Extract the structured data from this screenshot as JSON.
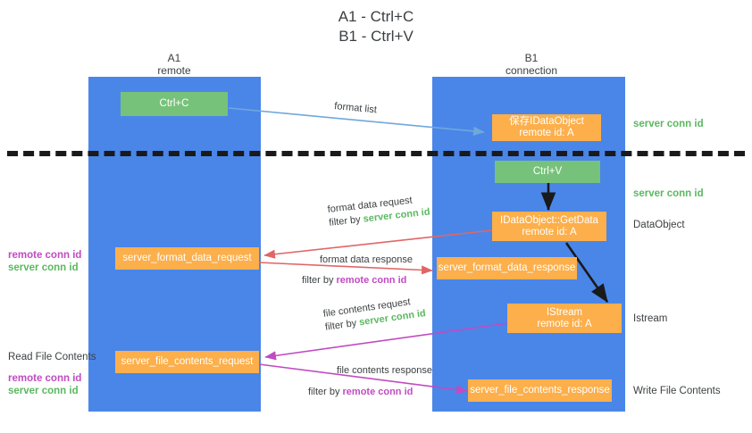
{
  "title": {
    "line1": "A1 - Ctrl+C",
    "line2": "B1 - Ctrl+V"
  },
  "lanes": [
    {
      "id": "a1",
      "name": "A1",
      "sub": "remote"
    },
    {
      "id": "b1",
      "name": "B1",
      "sub": "connection"
    }
  ],
  "colors": {
    "lane": "#4a86e8",
    "green_box": "#77c27a",
    "orange_box": "#fcaf4b",
    "server_conn": "#5bb860",
    "remote_conn": "#c14bc1",
    "arrow_blue": "#6fa8dc",
    "arrow_red": "#e06666",
    "arrow_magenta": "#c14bc1",
    "arrow_black": "#1a1a1a",
    "divider": "#1a1a1a"
  },
  "boxes": {
    "ctrl_c": "Ctrl+C",
    "ctrl_v": "Ctrl+V",
    "save_idataobject_l1": "保存IDataObject",
    "save_idataobject_l2": "remote id: A",
    "getdata_l1": "IDataObject::GetData",
    "getdata_l2": "remote id: A",
    "istream_l1": "IStream",
    "istream_l2": "remote id: A",
    "server_format_data_request": "server_format_data_request",
    "server_format_data_response": "server_format_data_response",
    "server_file_contents_request": "server_file_contents_request",
    "server_file_contents_response": "server_file_contents_response"
  },
  "right_labels": {
    "server_conn_id_1": "server conn id",
    "server_conn_id_2": "server conn id",
    "dataobject": "DataObject",
    "istream": "Istream",
    "write_file_contents": "Write File Contents"
  },
  "left_labels": {
    "remote_conn_id_1": "remote conn id",
    "server_conn_id_1": "server conn id",
    "read_file_contents": "Read File Contents",
    "remote_conn_id_2": "remote conn id",
    "server_conn_id_2": "server conn id"
  },
  "arrow_labels": {
    "format_list": "format list",
    "format_data_request": "format data request",
    "format_data_request_filter_prefix": "filter by ",
    "format_data_request_filter_value": "server conn id",
    "format_data_response": "format data response",
    "format_data_response_filter_prefix": "filter by ",
    "format_data_response_filter_value": "remote conn id",
    "file_contents_request": "file contents request",
    "file_contents_request_filter_prefix": "filter by ",
    "file_contents_request_filter_value": "server conn id",
    "file_contents_response": "file contents response",
    "file_contents_response_filter_prefix": "filter by ",
    "file_contents_response_filter_value": "remote conn id"
  }
}
